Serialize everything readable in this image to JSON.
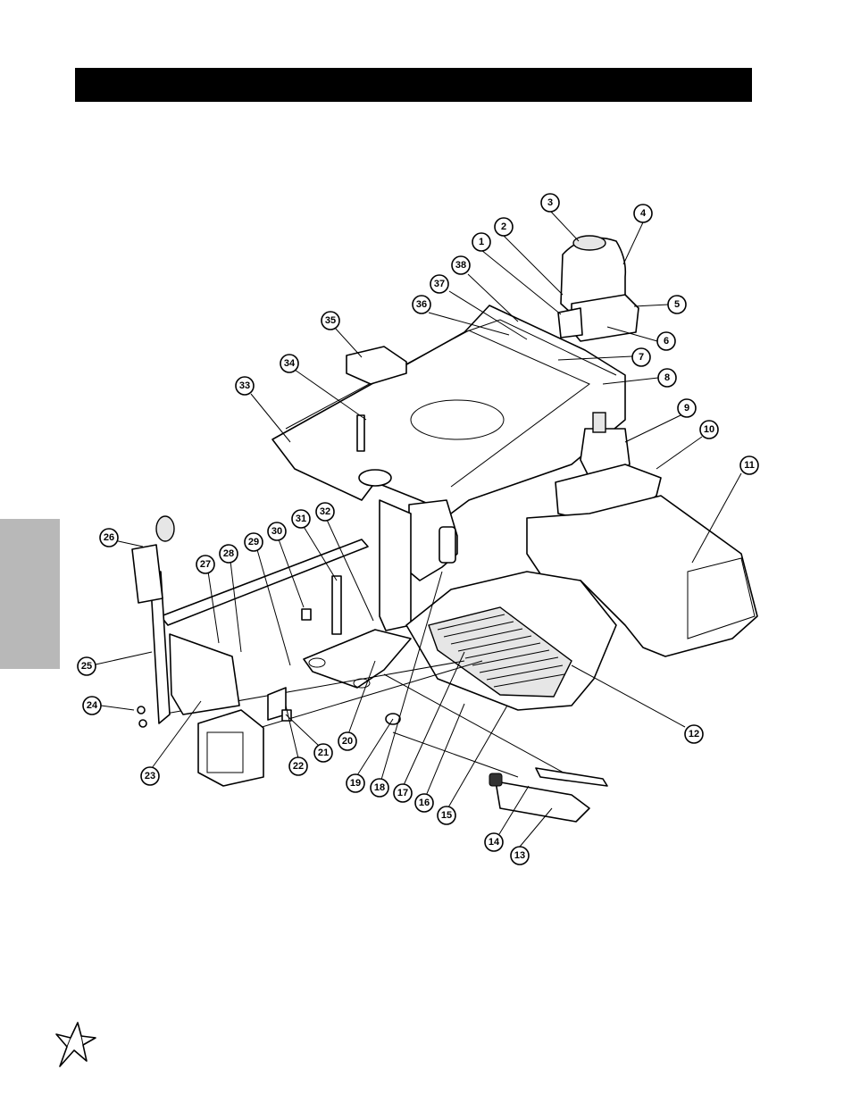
{
  "colors": {
    "title_bar": "#000000",
    "side_tab": "#b8b8b8",
    "line_art": "#000000"
  },
  "icons": {
    "footer_logo": "star-logo-icon"
  },
  "callouts": [
    {
      "label": "1"
    },
    {
      "label": "2"
    },
    {
      "label": "3"
    },
    {
      "label": "4"
    },
    {
      "label": "5"
    },
    {
      "label": "6"
    },
    {
      "label": "7"
    },
    {
      "label": "8"
    },
    {
      "label": "9"
    },
    {
      "label": "10"
    },
    {
      "label": "11"
    },
    {
      "label": "12"
    },
    {
      "label": "13"
    },
    {
      "label": "14"
    },
    {
      "label": "15"
    },
    {
      "label": "16"
    },
    {
      "label": "17"
    },
    {
      "label": "18"
    },
    {
      "label": "19"
    },
    {
      "label": "20"
    },
    {
      "label": "21"
    },
    {
      "label": "22"
    },
    {
      "label": "23"
    },
    {
      "label": "24"
    },
    {
      "label": "25"
    },
    {
      "label": "26"
    },
    {
      "label": "27"
    },
    {
      "label": "28"
    },
    {
      "label": "29"
    },
    {
      "label": "30"
    },
    {
      "label": "31"
    },
    {
      "label": "32"
    },
    {
      "label": "33"
    },
    {
      "label": "34"
    },
    {
      "label": "35"
    },
    {
      "label": "36"
    },
    {
      "label": "37"
    },
    {
      "label": "38"
    }
  ]
}
